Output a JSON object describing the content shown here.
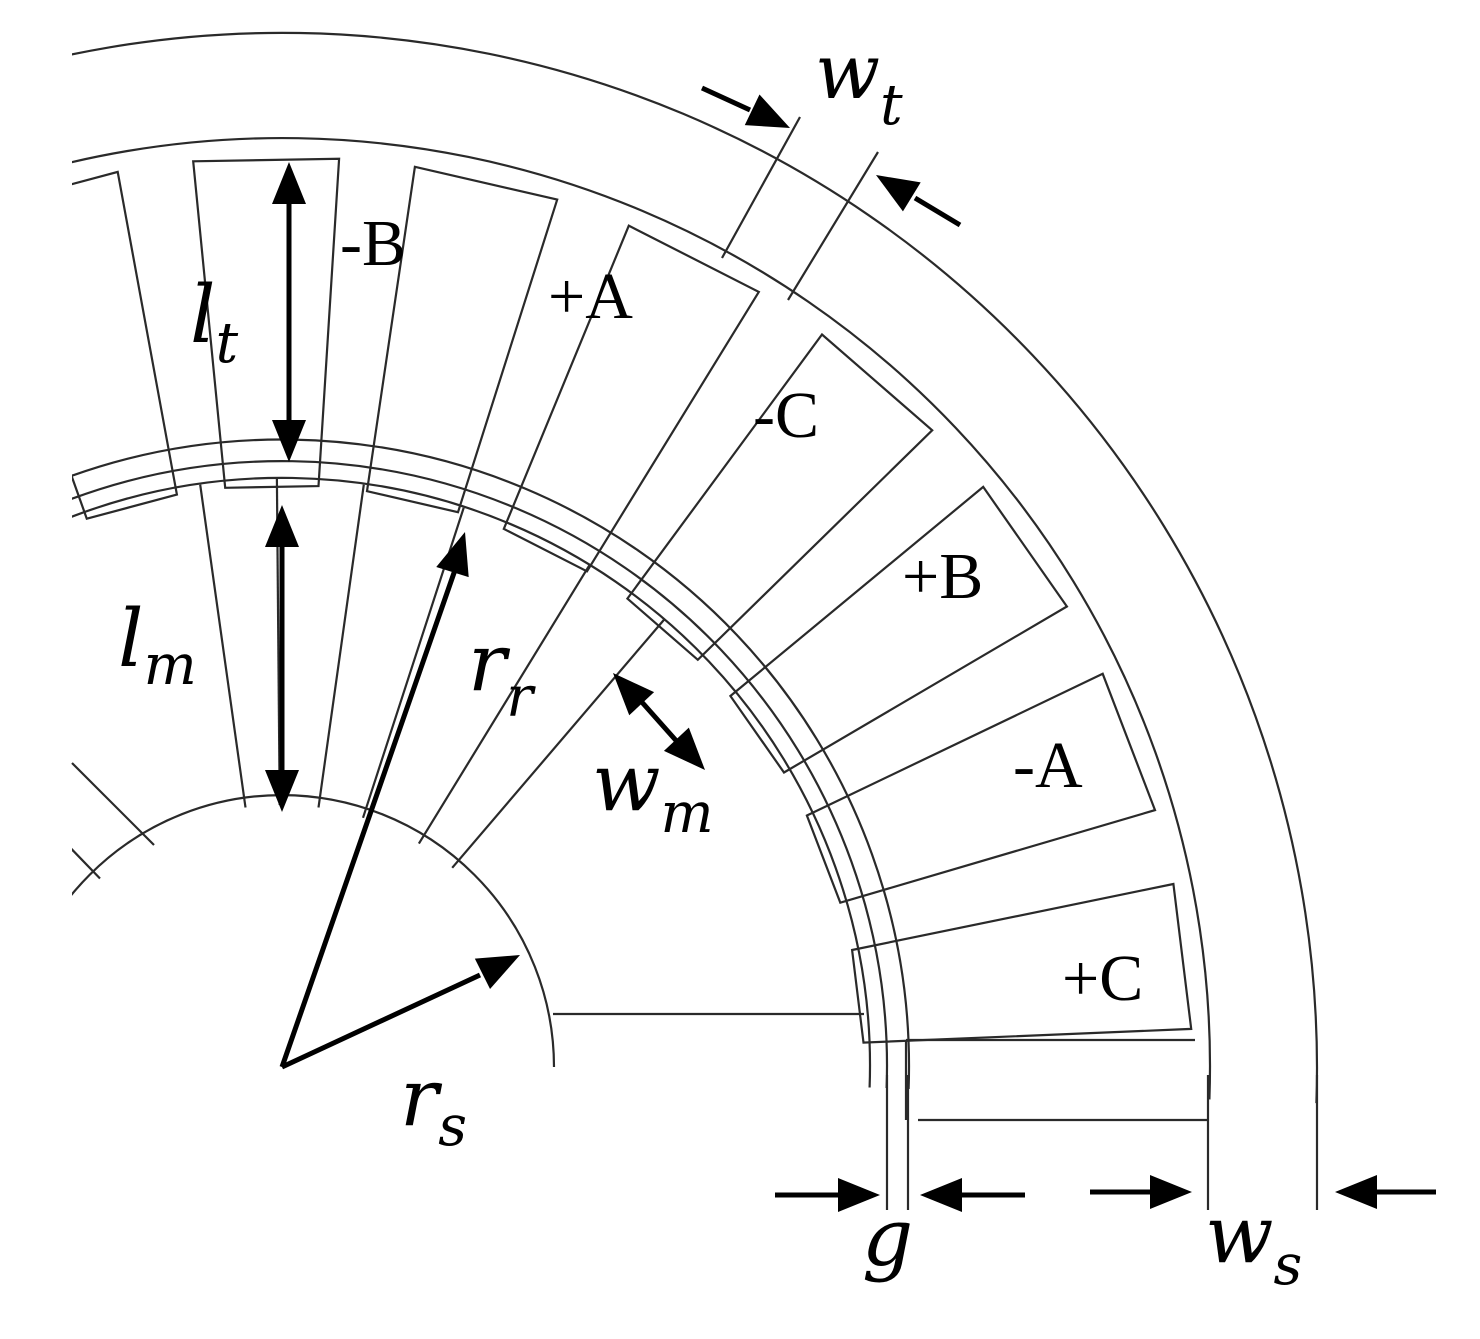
{
  "phase_labels": [
    "-B",
    "+A",
    "-C",
    "+B",
    "-A",
    "+C"
  ],
  "dimension_labels": {
    "wt": {
      "main": "w",
      "sub": "t"
    },
    "lt": {
      "main": "l",
      "sub": "t"
    },
    "lm": {
      "main": "l",
      "sub": "m"
    },
    "rr": {
      "main": "r",
      "sub": "r"
    },
    "wm": {
      "main": "w",
      "sub": "m"
    },
    "rs": {
      "main": "r",
      "sub": "s"
    },
    "g": {
      "main": "g",
      "sub": ""
    },
    "ws": {
      "main": "w",
      "sub": "s"
    }
  }
}
